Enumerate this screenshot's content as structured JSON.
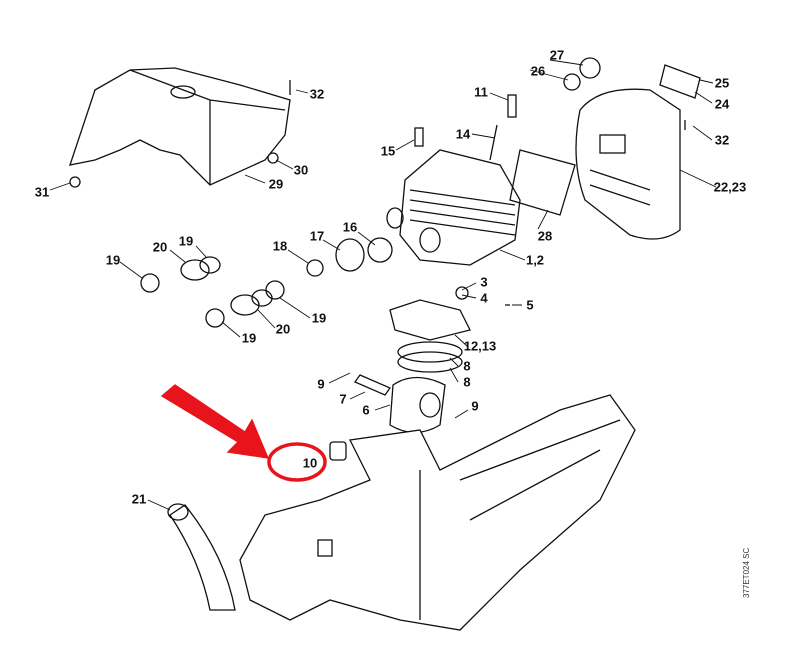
{
  "diagram": {
    "part_labels": [
      "32",
      "31",
      "30",
      "29",
      "27",
      "26",
      "25",
      "24",
      "32",
      "22,23",
      "11",
      "14",
      "15",
      "28",
      "1,2",
      "16",
      "17",
      "18",
      "20",
      "19",
      "19",
      "3",
      "4",
      "5",
      "19",
      "20",
      "19",
      "12,13",
      "8",
      "8",
      "9",
      "7",
      "6",
      "9",
      "10",
      "21"
    ],
    "highlighted_part": "10",
    "highlight_color": "#e8141b",
    "drawing_code": "377ET024 SC"
  }
}
